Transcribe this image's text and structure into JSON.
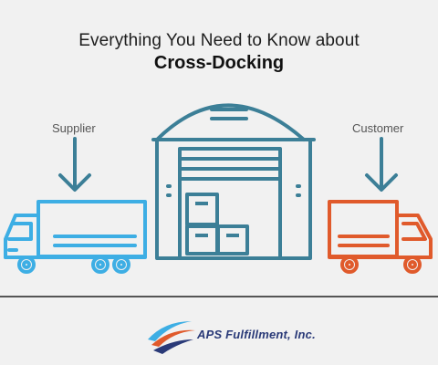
{
  "title": {
    "line1": "Everything You Need to Know about",
    "line2": "Cross-Docking"
  },
  "labels": {
    "supplier": "Supplier",
    "customer": "Customer"
  },
  "logo": {
    "text": "APS Fulfillment, Inc.",
    "icon": "swoosh-logo-icon"
  },
  "colors": {
    "supplier_truck": "#3daee4",
    "warehouse": "#3c7f97",
    "customer_truck": "#e05a2b",
    "arrow": "#3c7f97",
    "background": "#f1f1f1"
  }
}
